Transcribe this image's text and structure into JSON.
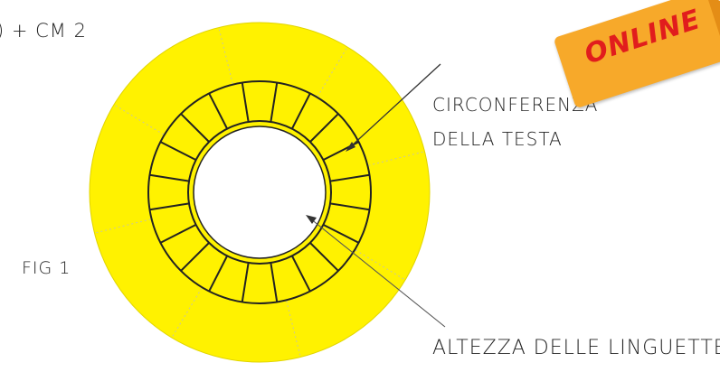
{
  "annotations": {
    "top_text": ") + CM 2",
    "circumference_line1": "CIRCONFERENZA",
    "circumference_line2": "DELLA TESTA",
    "figure": "FIG 1",
    "tab_height": "ALTEZZA DELLE LINGUETTE"
  },
  "badge": {
    "text": "ONLINE"
  },
  "diagram": {
    "tab_count": 20,
    "outer_segment_count": 8
  },
  "colors": {
    "fill": "#fff200",
    "stroke": "#222222",
    "badge": "#f7a92a",
    "badge_text": "#e11d1d"
  }
}
